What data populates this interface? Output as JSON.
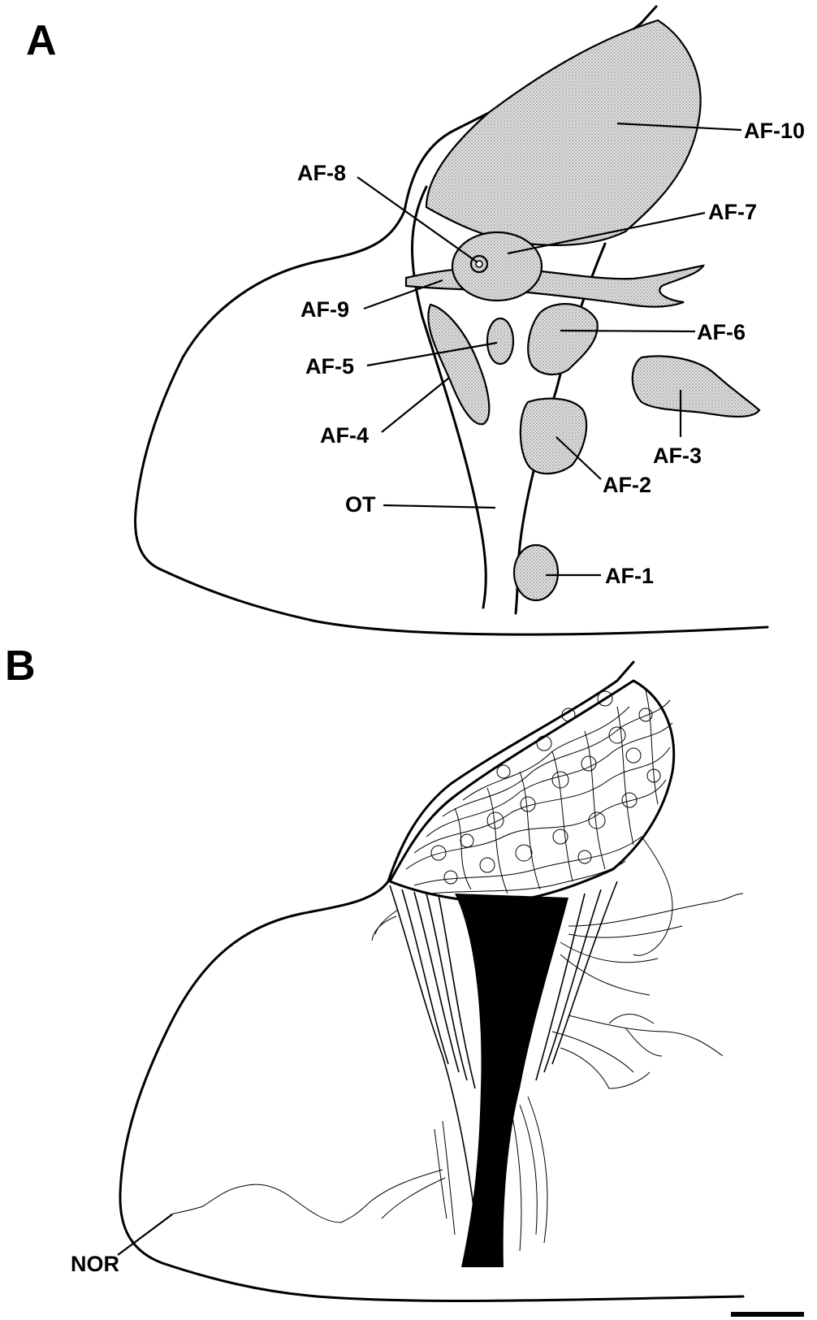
{
  "panels": {
    "a": {
      "letter": "A"
    },
    "b": {
      "letter": "B"
    }
  },
  "labels": {
    "af10": "AF-10",
    "af8": "AF-8",
    "af7": "AF-7",
    "af9": "AF-9",
    "af6": "AF-6",
    "af5": "AF-5",
    "af4": "AF-4",
    "af3": "AF-3",
    "af2": "AF-2",
    "ot": "OT",
    "af1": "AF-1",
    "nor": "NOR"
  },
  "colors": {
    "line": "#000000",
    "region_fill": "#d4d4d4",
    "background": "#ffffff"
  }
}
